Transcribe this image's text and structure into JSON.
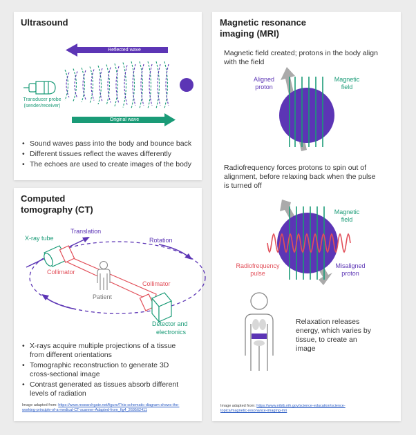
{
  "colors": {
    "purple": "#5c35b5",
    "green": "#1a9b77",
    "red": "#e2505a",
    "gray": "#9a9a9a",
    "link": "#2b5cc4"
  },
  "ultrasound": {
    "title": "Ultrasound",
    "reflected_wave": "Reflected wave",
    "original_wave": "Original wave",
    "probe_label_1": "Transducer probe",
    "probe_label_2": "(sender/receiver)",
    "bullets": [
      "Sound waves pass into the body and bounce back",
      "Different tissues reflect the waves differently",
      "The echoes are used to create images of the body"
    ]
  },
  "ct": {
    "title_1": "Computed",
    "title_2": "tomography (CT)",
    "xray_tube": "X-ray tube",
    "translation": "Translation",
    "rotation": "Rotation",
    "collimator": "Collimator",
    "patient": "Patient",
    "detector_1": "Detector and",
    "detector_2": "electronics",
    "bullets": [
      "X-rays acquire multiple projections of a tissue from different orientations",
      "Tomographic reconstruction to generate 3D cross-sectional image",
      "Contrast generated as tissues absorb different levels of radiation"
    ],
    "credit_prefix": "Image adapted from: ",
    "credit_link_1": "https://www.researchgate.net/figure/This-schematic-diagram-shows-the-",
    "credit_link_2": "working-principle-of-a-medical-CT-scanner-Adapted-from_fig4_269562411"
  },
  "mri": {
    "title_1": "Magnetic resonance",
    "title_2": "imaging (MRI)",
    "step1_1": "Magnetic field created; protons in the body align",
    "step1_2": "with the field",
    "aligned_1": "Aligned",
    "aligned_2": "proton",
    "magnetic_1": "Magnetic",
    "magnetic_2": "field",
    "step2_1": "Radiofrequency forces protons to spin out of",
    "step2_2": "alignment, before relaxing back when the pulse",
    "step2_3": "is turned off",
    "rf_1": "Radiofrequency",
    "rf_2": "pulse",
    "misaligned_1": "Misaligned",
    "misaligned_2": "proton",
    "step3_1": "Relaxation releases",
    "step3_2": "energy, which varies by",
    "step3_3": "tissue, to create an",
    "step3_4": "image",
    "credit_prefix": "Image adapted from: ",
    "credit_link_1": "https://www.nibib.nih.gov/science-education/science-",
    "credit_link_2": "topics/magnetic-resonance-imaging-mri"
  }
}
